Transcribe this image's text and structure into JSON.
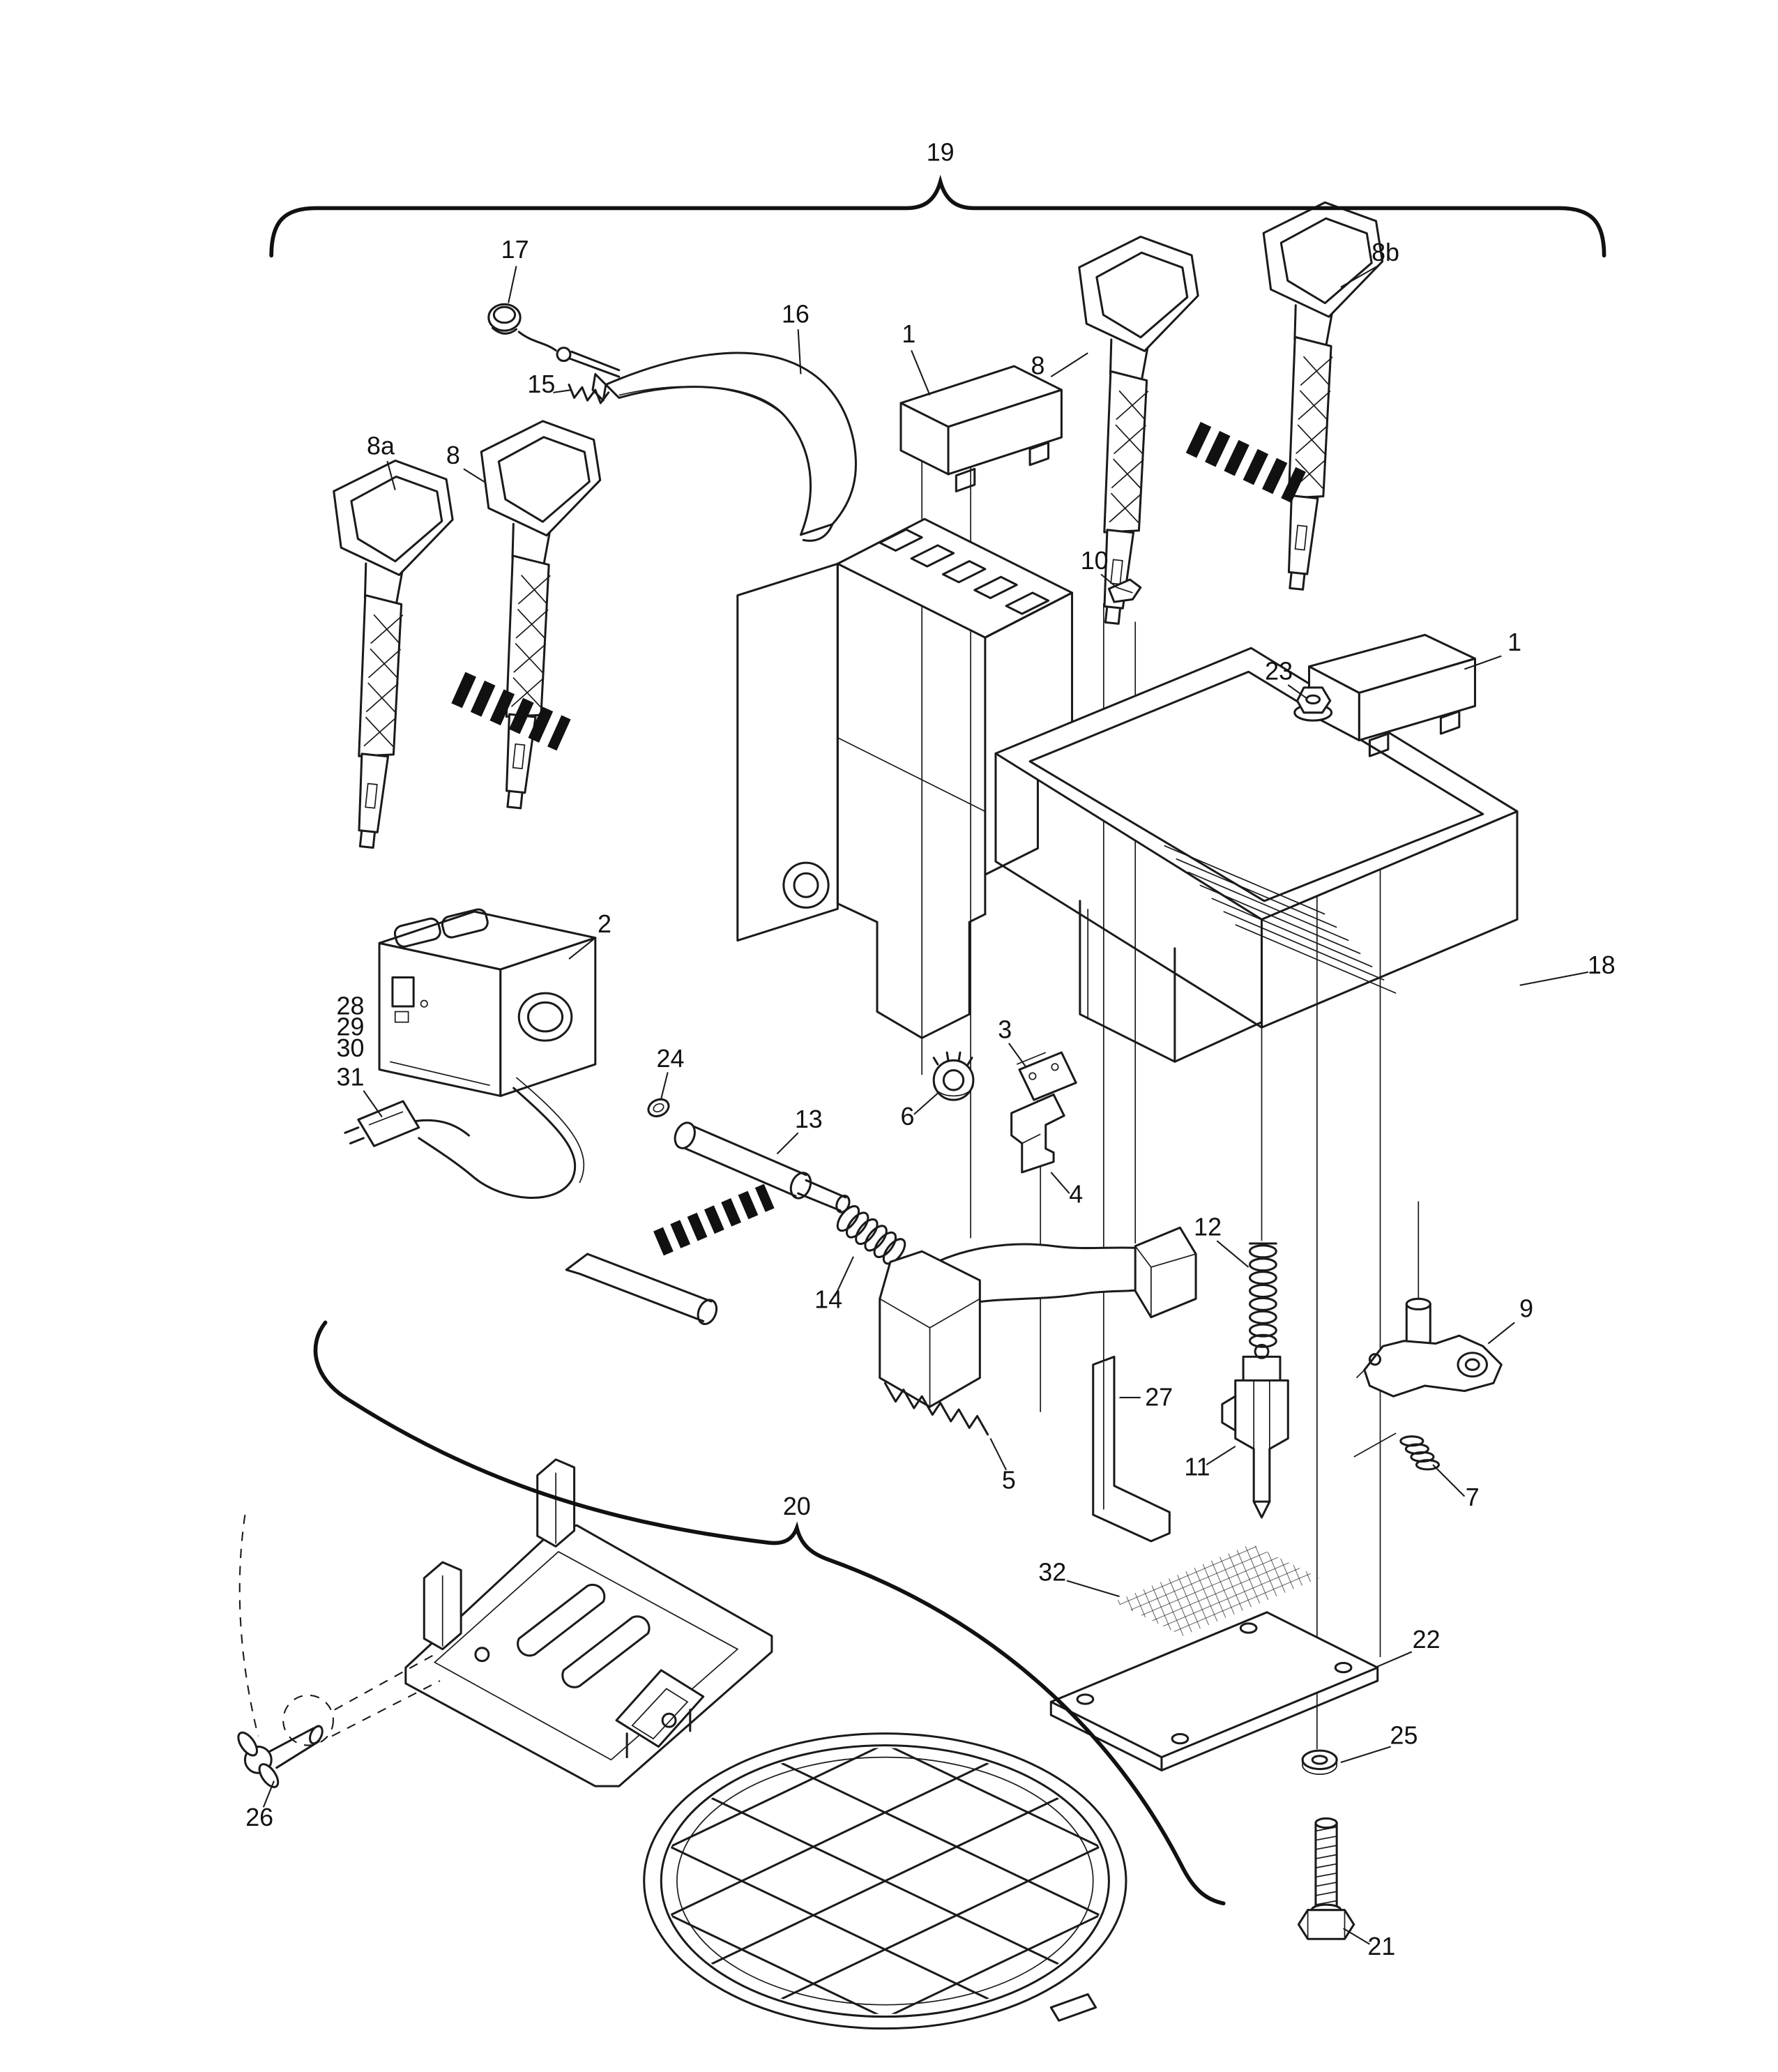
{
  "figure": {
    "kind": "exploded-parts-diagram",
    "colors": {
      "background": "#ffffff",
      "line": "#1a1a1a"
    },
    "callouts": [
      "19",
      "17",
      "16",
      "1",
      "8",
      "8b",
      "15",
      "8a",
      "8",
      "10",
      "23",
      "1",
      "18",
      "2",
      "28",
      "29",
      "30",
      "31",
      "24",
      "13",
      "6",
      "3",
      "4",
      "14",
      "12",
      "9",
      "27",
      "5",
      "11",
      "7",
      "20",
      "32",
      "22",
      "25",
      "26",
      "21"
    ]
  }
}
